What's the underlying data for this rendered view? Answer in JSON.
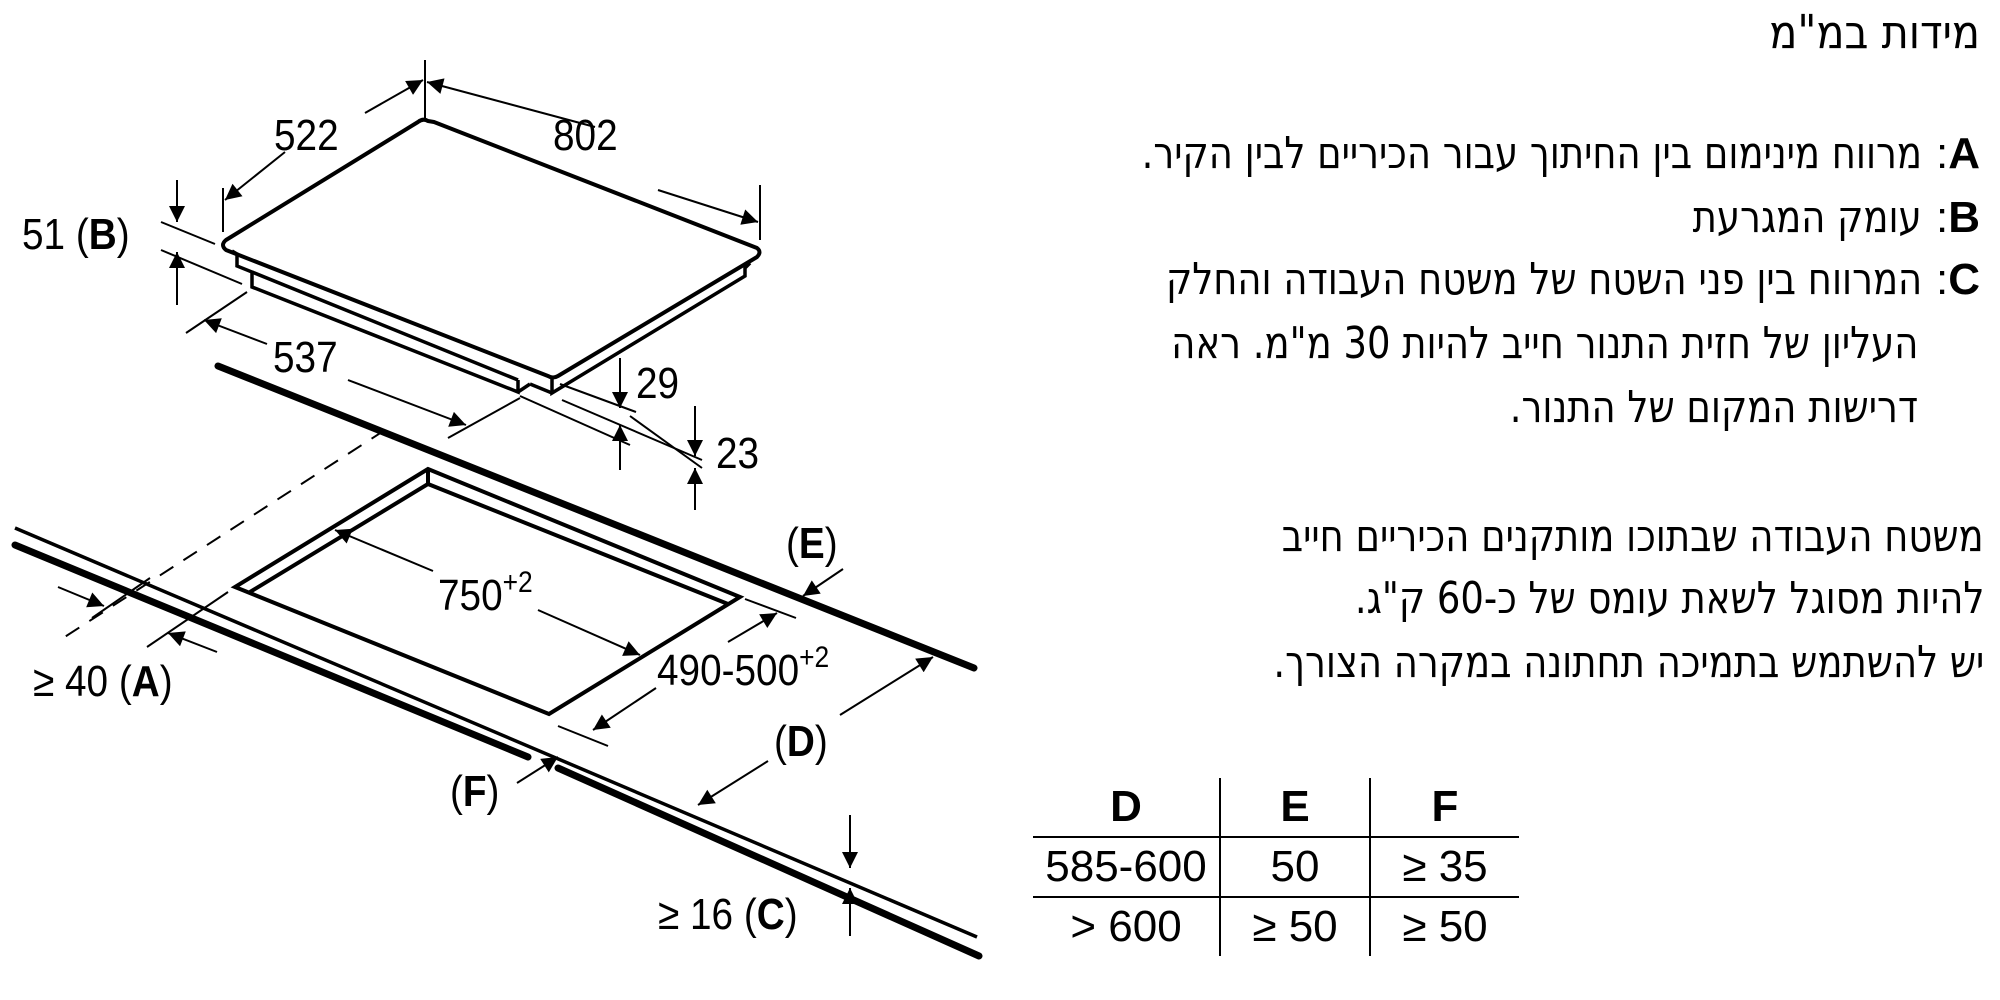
{
  "header": {
    "title": "מידות במ\"מ"
  },
  "definitions": [
    {
      "key": "A",
      "text": "מרווח מינימום בין החיתוך עבור הכיריים לבין הקיר."
    },
    {
      "key": "B",
      "text": "עומק המגרעת"
    },
    {
      "key": "C",
      "lines": [
        "המרווח בין פני השטח של משטח העבודה והחלק",
        "העליון של חזית התנור חייב להיות 30 מ\"מ. ראה",
        "דרישות המקום של התנור."
      ]
    }
  ],
  "note": {
    "lines": [
      "משטח העבודה שבתוכו מותקנים הכיריים חייב",
      "להיות מסוגל לשאת עומס של כ-60 ק\"ג.",
      "יש להשתמש בתמיכה תחתונה במקרה הצורך."
    ]
  },
  "diagram": {
    "labels": {
      "depth": "522",
      "width": "802",
      "recess_value": "51",
      "recess_key": "B",
      "body_width": "537",
      "height_29": "29",
      "height_23": "23",
      "cutout_width": "750",
      "cutout_width_tol": "+2",
      "cutout_depth": "490-500",
      "cutout_depth_tol": "+2",
      "wall_gap_prefix": "≥ 40",
      "wall_gap_key": "A",
      "front_gap_key": "E",
      "counter_depth_key": "D",
      "edge_gap_key": "F",
      "thickness_prefix": "≥ 16",
      "thickness_key": "C"
    }
  },
  "table": {
    "headers": [
      "D",
      "E",
      "F"
    ],
    "rows": [
      [
        "585-600",
        "50",
        "≥ 35"
      ],
      [
        "> 600",
        "≥ 50",
        "≥ 50"
      ]
    ]
  }
}
